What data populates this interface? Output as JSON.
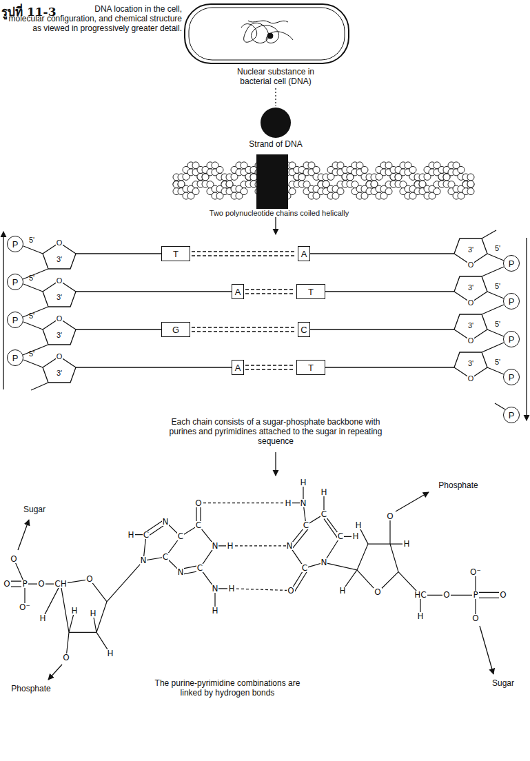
{
  "diagram": {
    "title": "รูปที่ 11-3",
    "caption": "DNA location in the cell, molecular configuration, and chemical structure as viewed in progressively greater detail.",
    "nodes": [
      {
        "text": [
          "P"
        ]
      },
      {
        "text": [
          "T"
        ]
      },
      {
        "text": [
          "A"
        ]
      },
      {
        "text": [
          "P"
        ]
      },
      {
        "text": [
          "P"
        ]
      },
      {
        "text": [
          "A"
        ]
      },
      {
        "text": [
          "T"
        ]
      },
      {
        "text": [
          "P"
        ]
      },
      {
        "text": [
          "P"
        ]
      },
      {
        "text": [
          "G"
        ]
      },
      {
        "text": [
          "C"
        ]
      },
      {
        "text": [
          "P"
        ]
      },
      {
        "text": [
          "P"
        ]
      },
      {
        "text": [
          "A"
        ]
      },
      {
        "text": [
          "T"
        ]
      },
      {
        "text": [
          "P"
        ]
      },
      {
        "text": [
          "P"
        ]
      }
    ],
    "edges": [
      {
        "from": 1,
        "to": 2,
        "arrow": "none"
      },
      {
        "from": 5,
        "to": 6,
        "arrow": "none"
      },
      {
        "from": 9,
        "to": 10,
        "arrow": "none"
      },
      {
        "from": 13,
        "to": 14,
        "arrow": "none"
      }
    ],
    "labels": [
      "Nuclear substance in bacterial cell (DNA)",
      "Strand of DNA",
      "Two polynucleotide chains coiled helically",
      "5'",
      "O",
      "3'",
      "3'",
      "5'",
      "O",
      "5'",
      "O",
      "3'",
      "3'",
      "5'",
      "O",
      "5'",
      "O",
      "3'",
      "3'",
      "5'",
      "O",
      "5'",
      "O",
      "3'",
      "3'",
      "5'",
      "O",
      "Each chain consists of a sugar-phosphate backbone with purines and pyrimidines attached to the sugar in repeating sequence",
      "Sugar",
      "Phosphate",
      "Phosphate",
      "Sugar",
      "The purine-pyrimidine combinations are linked by hydrogen bonds",
      "O",
      "O",
      "P",
      "O",
      "CH",
      "O⁻",
      "O",
      "H",
      "H",
      "H",
      "H",
      "O",
      "H",
      "C",
      "N",
      "C",
      "C",
      "O",
      "N",
      "H",
      "C",
      "N",
      "H",
      "H",
      "N",
      "C",
      "N",
      "H",
      "N",
      "H",
      "C",
      "C",
      "H",
      "C",
      "H",
      "N",
      "C",
      "O",
      "N",
      "O",
      "H",
      "H",
      "O",
      "H",
      "HC",
      "H",
      "O",
      "P",
      "O⁻",
      "O",
      "O"
    ]
  }
}
